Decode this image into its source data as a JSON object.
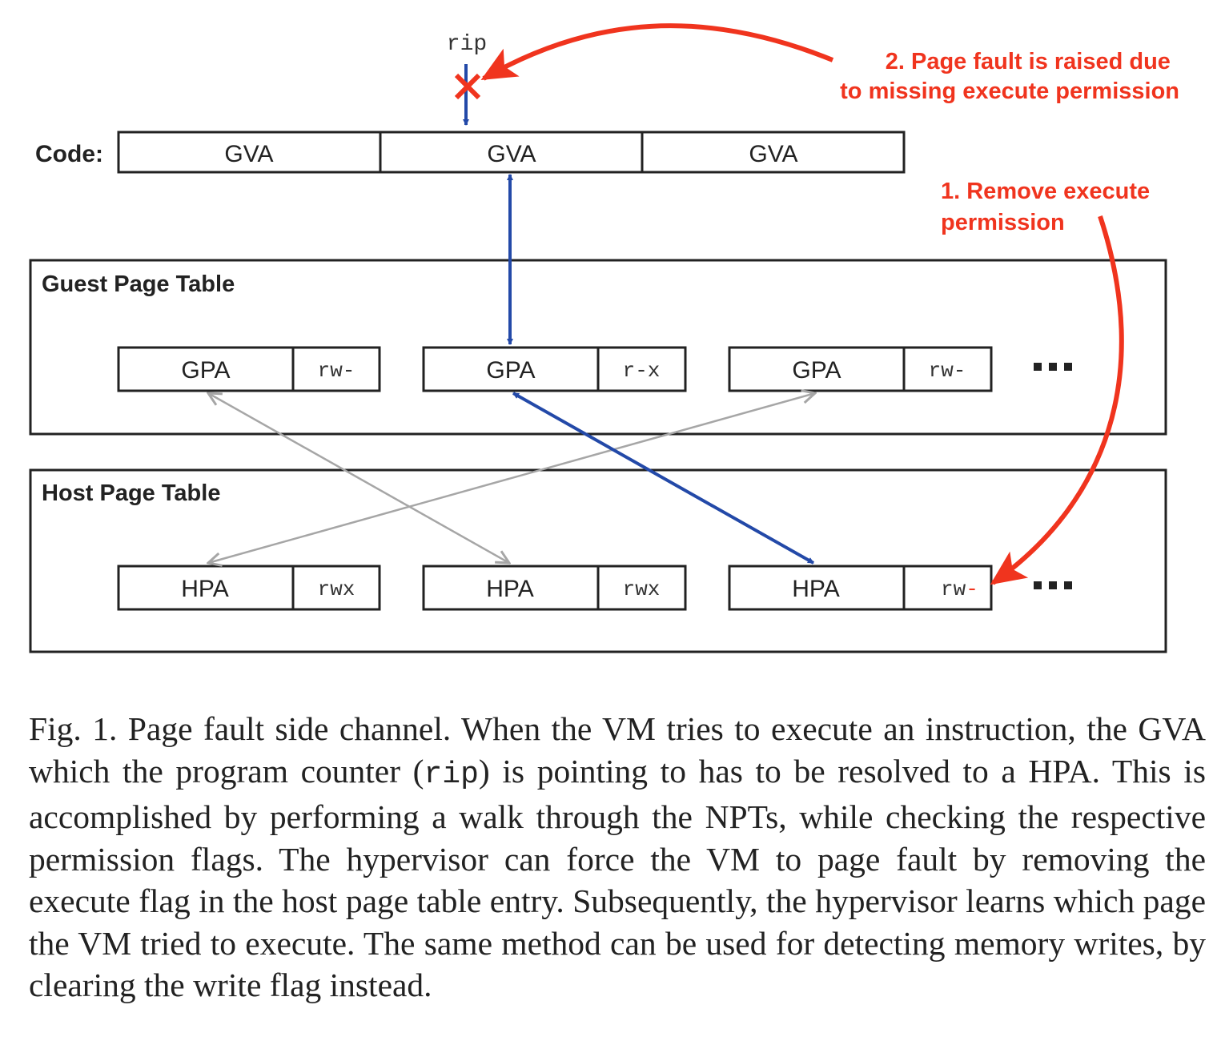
{
  "code_row": {
    "label": "Code:",
    "cells": [
      "GVA",
      "GVA",
      "GVA"
    ]
  },
  "rip_label": "rip",
  "guest_table": {
    "title": "Guest Page Table",
    "entries": [
      {
        "addr": "GPA",
        "perm": "rw-"
      },
      {
        "addr": "GPA",
        "perm": "r-x"
      },
      {
        "addr": "GPA",
        "perm": "rw-"
      }
    ]
  },
  "host_table": {
    "title": "Host Page Table",
    "entries": [
      {
        "addr": "HPA",
        "perm": "rwx"
      },
      {
        "addr": "HPA",
        "perm": "rwx"
      },
      {
        "addr": "HPA",
        "perm": "rw",
        "perm_changed": "-"
      }
    ]
  },
  "annotations": {
    "step1_line1": "1. Remove execute",
    "step1_line2": "permission",
    "step2_line1": "2. Page fault is raised due",
    "step2_line2": "to missing execute permission"
  },
  "colors": {
    "accent_red": "#f0341e",
    "walk_blue": "#2349a8",
    "gray_mapping": "#a6a6a6"
  },
  "caption": {
    "part1": "Fig. 1.  Page fault side channel. When the VM tries to execute an instruction, the GVA which the program counter (",
    "code": "rip",
    "part2": ") is pointing to has to be resolved to a HPA. This is accomplished by performing a walk through the NPTs, while checking the respective permission flags. The hypervisor can force the VM to page fault by removing the execute flag in the host page table entry. Subsequently, the hypervisor learns which page the VM tried to execute. The same method can be used for detecting memory writes, by clearing the write flag instead."
  }
}
